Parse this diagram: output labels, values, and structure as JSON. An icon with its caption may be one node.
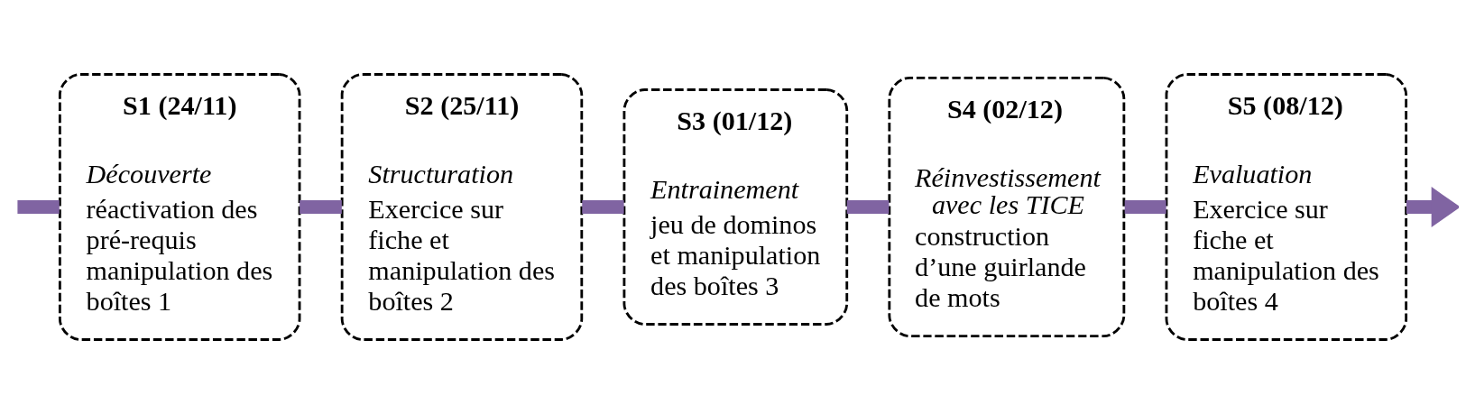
{
  "diagram": {
    "nodes": [
      {
        "text": [
          "S1 (24/11)",
          "Découverte",
          "réactivation des pré-requis manipulation des boîtes 1"
        ]
      },
      {
        "text": [
          "S2 (25/11)",
          "Structuration",
          "Exercice sur fiche et manipulation des boîtes 2"
        ]
      },
      {
        "text": [
          "S3 (01/12)",
          "Entrainement",
          "jeu de dominos et manipulation des boîtes 3"
        ]
      },
      {
        "text": [
          "S4 (02/12)",
          "Réinvestissement avec les TICE",
          "construction d’une guirlande de mots"
        ]
      },
      {
        "text": [
          "S5 (08/12)",
          "Evaluation",
          "Exercice sur fiche et manipulation des boîtes 4"
        ]
      }
    ],
    "edges": [
      {
        "from": null,
        "to": 0,
        "arrow": "none"
      },
      {
        "from": 0,
        "to": 1,
        "arrow": "none"
      },
      {
        "from": 1,
        "to": 2,
        "arrow": "none"
      },
      {
        "from": 2,
        "to": 3,
        "arrow": "none"
      },
      {
        "from": 3,
        "to": 4,
        "arrow": "none"
      },
      {
        "from": 4,
        "to": null,
        "arrow": "to"
      }
    ]
  }
}
